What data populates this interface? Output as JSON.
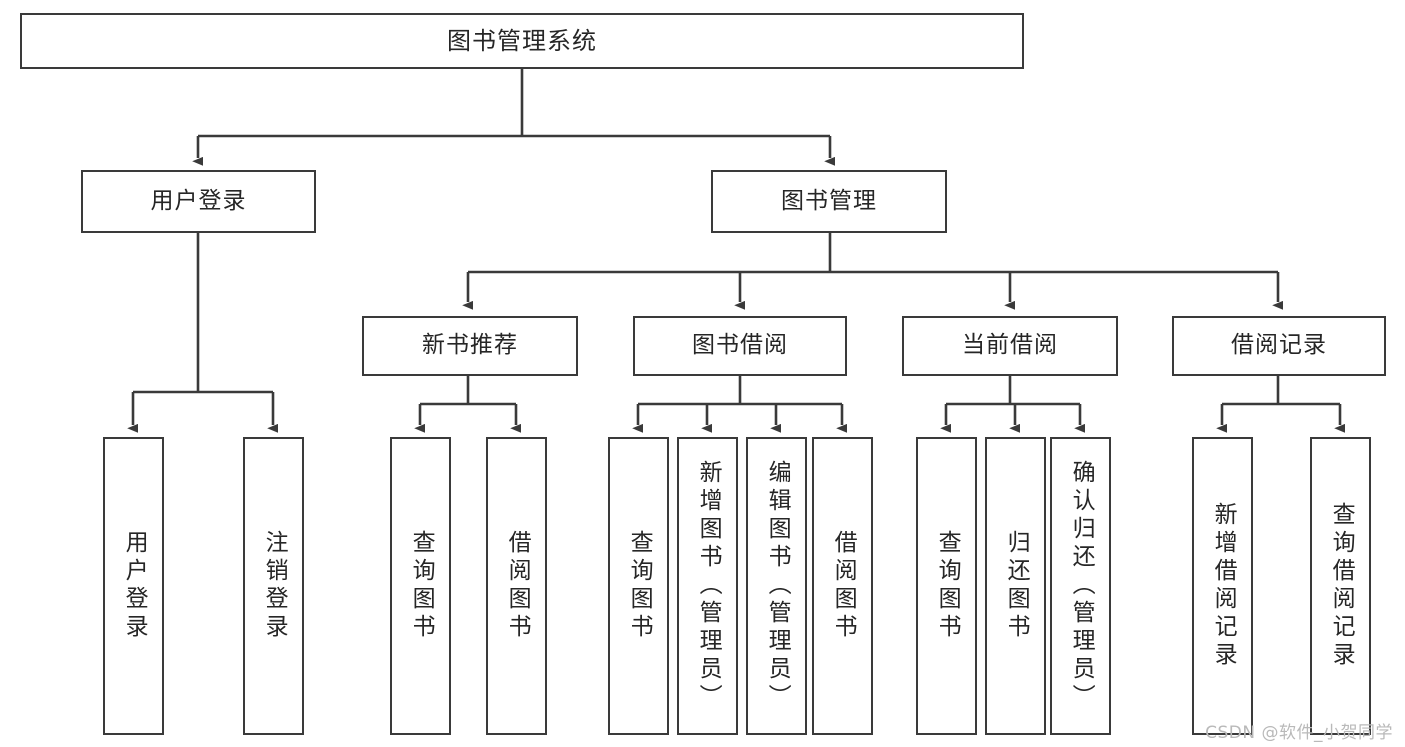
{
  "diagram": {
    "title": "图书管理系统",
    "type": "tree",
    "watermark": "CSDN @软件_小贺同学",
    "colors": {
      "box_border": "#3a3a3a",
      "box_fill": "#ffffff",
      "edge": "#3a3a3a",
      "text": "#262626",
      "watermark": "#b9b9b9"
    },
    "nodes": {
      "root": {
        "label": "图书管理系统"
      },
      "level2": [
        {
          "id": "user-login",
          "label": "用户登录"
        },
        {
          "id": "book-manage",
          "label": "图书管理"
        }
      ],
      "level3": [
        {
          "id": "new-book-recommend",
          "label": "新书推荐"
        },
        {
          "id": "book-borrow",
          "label": "图书借阅"
        },
        {
          "id": "current-borrow",
          "label": "当前借阅"
        },
        {
          "id": "borrow-record",
          "label": "借阅记录"
        }
      ],
      "leaves": {
        "user_login": [
          {
            "id": "leaf-user-login",
            "label": "用户登录"
          },
          {
            "id": "leaf-user-logout",
            "label": "注销登录"
          }
        ],
        "new_book_recommend": [
          {
            "id": "leaf-query-book-1",
            "label": "查询图书"
          },
          {
            "id": "leaf-borrow-book-1",
            "label": "借阅图书"
          }
        ],
        "book_borrow": [
          {
            "id": "leaf-query-book-2",
            "label": "查询图书"
          },
          {
            "id": "leaf-add-book",
            "label": "新增图书（管理员）"
          },
          {
            "id": "leaf-edit-book",
            "label": "编辑图书（管理员）"
          },
          {
            "id": "leaf-borrow-book-2",
            "label": "借阅图书"
          }
        ],
        "current_borrow": [
          {
            "id": "leaf-query-book-3",
            "label": "查询图书"
          },
          {
            "id": "leaf-return-book",
            "label": "归还图书"
          },
          {
            "id": "leaf-confirm-return",
            "label": "确认归还（管理员）"
          }
        ],
        "borrow_record": [
          {
            "id": "leaf-add-record",
            "label": "新增借阅记录"
          },
          {
            "id": "leaf-query-record",
            "label": "查询借阅记录"
          }
        ]
      }
    }
  }
}
